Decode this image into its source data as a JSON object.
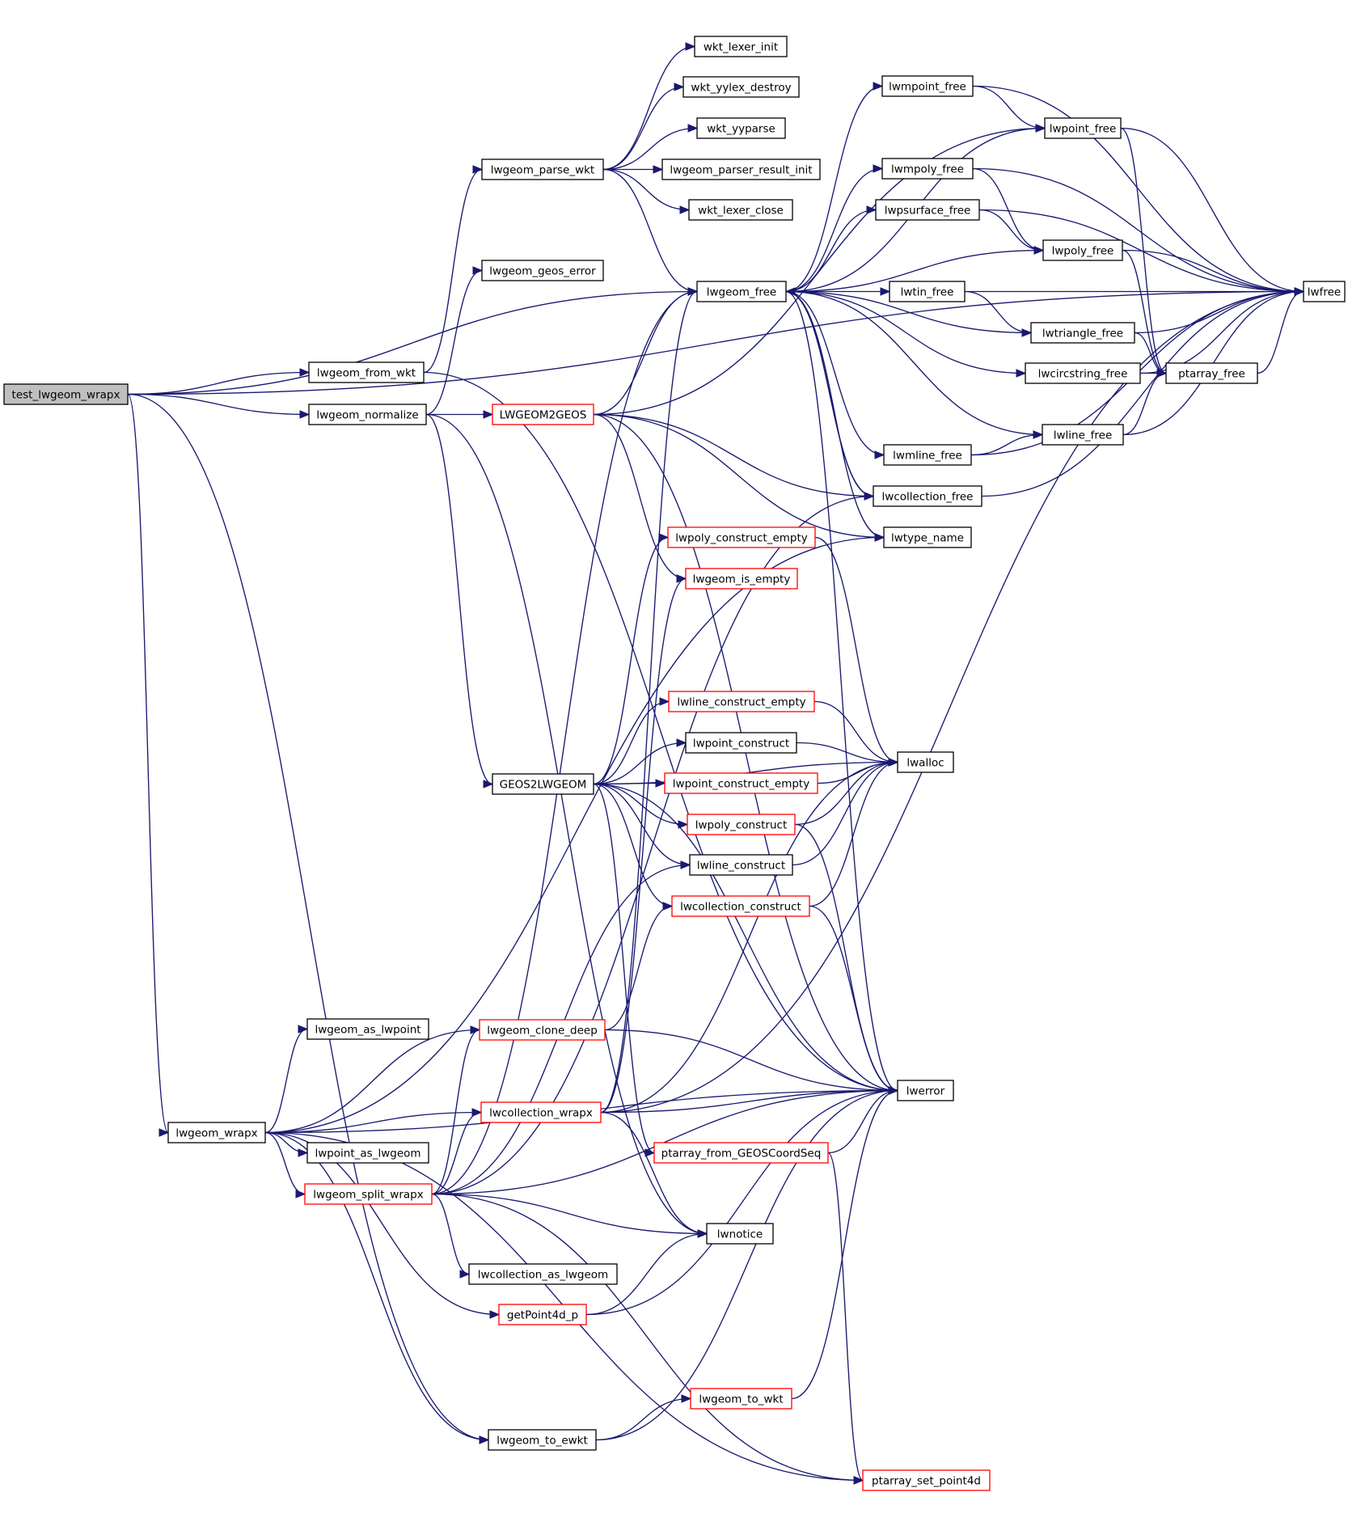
{
  "colors": {
    "edge": "#191970",
    "root_fill": "#bfbfbf",
    "node_fill": "#ffffff",
    "border_black": "#000000",
    "border_red": "#ff0000"
  },
  "root": "test_lwgeom_wrapx",
  "nodes": [
    {
      "id": "test_lwgeom_wrapx",
      "label": "test_lwgeom_wrapx",
      "border": "black",
      "root": true
    },
    {
      "id": "lwgeom_from_wkt",
      "label": "lwgeom_from_wkt",
      "border": "black"
    },
    {
      "id": "lwgeom_normalize",
      "label": "lwgeom_normalize",
      "border": "black"
    },
    {
      "id": "lwgeom_wrapx",
      "label": "lwgeom_wrapx",
      "border": "black"
    },
    {
      "id": "lwgeom_parse_wkt",
      "label": "lwgeom_parse_wkt",
      "border": "black"
    },
    {
      "id": "lwgeom_geos_error",
      "label": "lwgeom_geos_error",
      "border": "black"
    },
    {
      "id": "LWGEOM2GEOS",
      "label": "LWGEOM2GEOS",
      "border": "red"
    },
    {
      "id": "GEOS2LWGEOM",
      "label": "GEOS2LWGEOM",
      "border": "black"
    },
    {
      "id": "lwgeom_as_lwpoint",
      "label": "lwgeom_as_lwpoint",
      "border": "black"
    },
    {
      "id": "lwgeom_clone_deep",
      "label": "lwgeom_clone_deep",
      "border": "red"
    },
    {
      "id": "lwcollection_wrapx",
      "label": "lwcollection_wrapx",
      "border": "red"
    },
    {
      "id": "lwpoint_as_lwgeom",
      "label": "lwpoint_as_lwgeom",
      "border": "black"
    },
    {
      "id": "lwgeom_split_wrapx",
      "label": "lwgeom_split_wrapx",
      "border": "red"
    },
    {
      "id": "lwcollection_as_lwgeom",
      "label": "lwcollection_as_lwgeom",
      "border": "black"
    },
    {
      "id": "getPoint4d_p",
      "label": "getPoint4d_p",
      "border": "red"
    },
    {
      "id": "lwgeom_to_ewkt",
      "label": "lwgeom_to_ewkt",
      "border": "black"
    },
    {
      "id": "wkt_lexer_init",
      "label": "wkt_lexer_init",
      "border": "black"
    },
    {
      "id": "wkt_yylex_destroy",
      "label": "wkt_yylex_destroy",
      "border": "black"
    },
    {
      "id": "wkt_yyparse",
      "label": "wkt_yyparse",
      "border": "black"
    },
    {
      "id": "lwgeom_parser_result_init",
      "label": "lwgeom_parser_result_init",
      "border": "black"
    },
    {
      "id": "wkt_lexer_close",
      "label": "wkt_lexer_close",
      "border": "black"
    },
    {
      "id": "lwgeom_free",
      "label": "lwgeom_free",
      "border": "black"
    },
    {
      "id": "lwpoly_construct_empty",
      "label": "lwpoly_construct_empty",
      "border": "red"
    },
    {
      "id": "lwgeom_is_empty",
      "label": "lwgeom_is_empty",
      "border": "red"
    },
    {
      "id": "lwline_construct_empty",
      "label": "lwline_construct_empty",
      "border": "red"
    },
    {
      "id": "lwpoint_construct",
      "label": "lwpoint_construct",
      "border": "black"
    },
    {
      "id": "lwpoint_construct_empty",
      "label": "lwpoint_construct_empty",
      "border": "red"
    },
    {
      "id": "lwpoly_construct",
      "label": "lwpoly_construct",
      "border": "red"
    },
    {
      "id": "lwline_construct",
      "label": "lwline_construct",
      "border": "black"
    },
    {
      "id": "lwcollection_construct",
      "label": "lwcollection_construct",
      "border": "red"
    },
    {
      "id": "ptarray_from_GEOSCoordSeq",
      "label": "ptarray_from_GEOSCoordSeq",
      "border": "red"
    },
    {
      "id": "lwnotice",
      "label": "lwnotice",
      "border": "black"
    },
    {
      "id": "lwgeom_to_wkt",
      "label": "lwgeom_to_wkt",
      "border": "red"
    },
    {
      "id": "ptarray_set_point4d",
      "label": "ptarray_set_point4d",
      "border": "red"
    },
    {
      "id": "lwmpoint_free",
      "label": "lwmpoint_free",
      "border": "black"
    },
    {
      "id": "lwmpoly_free",
      "label": "lwmpoly_free",
      "border": "black"
    },
    {
      "id": "lwpsurface_free",
      "label": "lwpsurface_free",
      "border": "black"
    },
    {
      "id": "lwtin_free",
      "label": "lwtin_free",
      "border": "black"
    },
    {
      "id": "lwmline_free",
      "label": "lwmline_free",
      "border": "black"
    },
    {
      "id": "lwcollection_free",
      "label": "lwcollection_free",
      "border": "black"
    },
    {
      "id": "lwtype_name",
      "label": "lwtype_name",
      "border": "black"
    },
    {
      "id": "lwalloc",
      "label": "lwalloc",
      "border": "black"
    },
    {
      "id": "lwerror",
      "label": "lwerror",
      "border": "black"
    },
    {
      "id": "lwpoint_free",
      "label": "lwpoint_free",
      "border": "black"
    },
    {
      "id": "lwpoly_free",
      "label": "lwpoly_free",
      "border": "black"
    },
    {
      "id": "lwtriangle_free",
      "label": "lwtriangle_free",
      "border": "black"
    },
    {
      "id": "lwcircstring_free",
      "label": "lwcircstring_free",
      "border": "black"
    },
    {
      "id": "lwline_free",
      "label": "lwline_free",
      "border": "black"
    },
    {
      "id": "ptarray_free",
      "label": "ptarray_free",
      "border": "black"
    },
    {
      "id": "lwfree",
      "label": "lwfree",
      "border": "black"
    }
  ],
  "edges": [
    [
      "test_lwgeom_wrapx",
      "lwfree"
    ],
    [
      "test_lwgeom_wrapx",
      "lwgeom_free"
    ],
    [
      "test_lwgeom_wrapx",
      "lwgeom_from_wkt"
    ],
    [
      "test_lwgeom_wrapx",
      "lwgeom_normalize"
    ],
    [
      "test_lwgeom_wrapx",
      "lwgeom_wrapx"
    ],
    [
      "test_lwgeom_wrapx",
      "lwgeom_to_ewkt"
    ],
    [
      "lwgeom_from_wkt",
      "lwgeom_parse_wkt"
    ],
    [
      "lwgeom_from_wkt",
      "lwerror"
    ],
    [
      "lwgeom_normalize",
      "lwgeom_geos_error"
    ],
    [
      "lwgeom_normalize",
      "LWGEOM2GEOS"
    ],
    [
      "lwgeom_normalize",
      "GEOS2LWGEOM"
    ],
    [
      "lwgeom_normalize",
      "lwnotice"
    ],
    [
      "lwgeom_parse_wkt",
      "wkt_lexer_init"
    ],
    [
      "lwgeom_parse_wkt",
      "wkt_yylex_destroy"
    ],
    [
      "lwgeom_parse_wkt",
      "wkt_yyparse"
    ],
    [
      "lwgeom_parse_wkt",
      "lwgeom_parser_result_init"
    ],
    [
      "lwgeom_parse_wkt",
      "wkt_lexer_close"
    ],
    [
      "lwgeom_parse_wkt",
      "lwgeom_free"
    ],
    [
      "LWGEOM2GEOS",
      "lwgeom_free"
    ],
    [
      "LWGEOM2GEOS",
      "lwpoint_free"
    ],
    [
      "LWGEOM2GEOS",
      "lwcollection_free"
    ],
    [
      "LWGEOM2GEOS",
      "lwgeom_is_empty"
    ],
    [
      "LWGEOM2GEOS",
      "lwtype_name"
    ],
    [
      "LWGEOM2GEOS",
      "lwerror"
    ],
    [
      "GEOS2LWGEOM",
      "lwpoly_construct_empty"
    ],
    [
      "GEOS2LWGEOM",
      "lwline_construct_empty"
    ],
    [
      "GEOS2LWGEOM",
      "lwpoint_construct"
    ],
    [
      "GEOS2LWGEOM",
      "lwpoint_construct_empty"
    ],
    [
      "GEOS2LWGEOM",
      "lwpoly_construct"
    ],
    [
      "GEOS2LWGEOM",
      "lwline_construct"
    ],
    [
      "GEOS2LWGEOM",
      "lwcollection_construct"
    ],
    [
      "GEOS2LWGEOM",
      "ptarray_from_GEOSCoordSeq"
    ],
    [
      "GEOS2LWGEOM",
      "lwalloc"
    ],
    [
      "GEOS2LWGEOM",
      "lwerror"
    ],
    [
      "lwgeom_wrapx",
      "lwgeom_as_lwpoint"
    ],
    [
      "lwgeom_wrapx",
      "lwgeom_clone_deep"
    ],
    [
      "lwgeom_wrapx",
      "lwcollection_wrapx"
    ],
    [
      "lwgeom_wrapx",
      "lwpoint_as_lwgeom"
    ],
    [
      "lwgeom_wrapx",
      "lwgeom_split_wrapx"
    ],
    [
      "lwgeom_wrapx",
      "getPoint4d_p"
    ],
    [
      "lwgeom_wrapx",
      "lwgeom_to_ewkt"
    ],
    [
      "lwgeom_wrapx",
      "ptarray_set_point4d"
    ],
    [
      "lwgeom_wrapx",
      "lwtype_name"
    ],
    [
      "lwgeom_wrapx",
      "lwerror"
    ],
    [
      "lwgeom_clone_deep",
      "lwcollection_construct"
    ],
    [
      "lwgeom_clone_deep",
      "lwerror"
    ],
    [
      "lwcollection_wrapx",
      "lwgeom_is_empty"
    ],
    [
      "lwcollection_wrapx",
      "lwgeom_free"
    ],
    [
      "lwcollection_wrapx",
      "lwnotice"
    ],
    [
      "lwcollection_wrapx",
      "lwalloc"
    ],
    [
      "lwcollection_wrapx",
      "lwerror"
    ],
    [
      "lwcollection_wrapx",
      "lwfree"
    ],
    [
      "lwgeom_split_wrapx",
      "lwgeom_free"
    ],
    [
      "lwgeom_split_wrapx",
      "lwgeom_clone_deep"
    ],
    [
      "lwgeom_split_wrapx",
      "lwcollection_wrapx"
    ],
    [
      "lwgeom_split_wrapx",
      "lwline_construct"
    ],
    [
      "lwgeom_split_wrapx",
      "lwnotice"
    ],
    [
      "lwgeom_split_wrapx",
      "lwcollection_as_lwgeom"
    ],
    [
      "lwgeom_split_wrapx",
      "lwerror"
    ],
    [
      "lwgeom_split_wrapx",
      "ptarray_set_point4d"
    ],
    [
      "lwgeom_split_wrapx",
      "lwcollection_free"
    ],
    [
      "getPoint4d_p",
      "lwnotice"
    ],
    [
      "getPoint4d_p",
      "lwerror"
    ],
    [
      "lwgeom_to_ewkt",
      "lwgeom_to_wkt"
    ],
    [
      "lwgeom_to_ewkt",
      "lwerror"
    ],
    [
      "lwgeom_to_wkt",
      "lwerror"
    ],
    [
      "lwpoly_construct_empty",
      "lwalloc"
    ],
    [
      "lwline_construct_empty",
      "lwalloc"
    ],
    [
      "lwpoint_construct",
      "lwalloc"
    ],
    [
      "lwpoint_construct_empty",
      "lwalloc"
    ],
    [
      "lwpoly_construct",
      "lwalloc"
    ],
    [
      "lwpoly_construct",
      "lwerror"
    ],
    [
      "lwline_construct",
      "lwalloc"
    ],
    [
      "lwcollection_construct",
      "lwalloc"
    ],
    [
      "lwcollection_construct",
      "lwerror"
    ],
    [
      "ptarray_from_GEOSCoordSeq",
      "lwerror"
    ],
    [
      "ptarray_from_GEOSCoordSeq",
      "ptarray_set_point4d"
    ],
    [
      "lwgeom_free",
      "lwmpoint_free"
    ],
    [
      "lwgeom_free",
      "lwpoint_free"
    ],
    [
      "lwgeom_free",
      "lwmpoly_free"
    ],
    [
      "lwgeom_free",
      "lwpsurface_free"
    ],
    [
      "lwgeom_free",
      "lwpoly_free"
    ],
    [
      "lwgeom_free",
      "lwtin_free"
    ],
    [
      "lwgeom_free",
      "lwtriangle_free"
    ],
    [
      "lwgeom_free",
      "lwcircstring_free"
    ],
    [
      "lwgeom_free",
      "lwline_free"
    ],
    [
      "lwgeom_free",
      "lwmline_free"
    ],
    [
      "lwgeom_free",
      "lwcollection_free"
    ],
    [
      "lwgeom_free",
      "lwtype_name"
    ],
    [
      "lwgeom_free",
      "lwerror"
    ],
    [
      "lwmpoint_free",
      "lwpoint_free"
    ],
    [
      "lwmpoint_free",
      "lwfree"
    ],
    [
      "lwpoint_free",
      "ptarray_free"
    ],
    [
      "lwpoint_free",
      "lwfree"
    ],
    [
      "lwmpoly_free",
      "lwpoly_free"
    ],
    [
      "lwmpoly_free",
      "lwfree"
    ],
    [
      "lwpsurface_free",
      "lwpoly_free"
    ],
    [
      "lwpsurface_free",
      "lwfree"
    ],
    [
      "lwpoly_free",
      "ptarray_free"
    ],
    [
      "lwpoly_free",
      "lwfree"
    ],
    [
      "lwtin_free",
      "lwtriangle_free"
    ],
    [
      "lwtin_free",
      "lwfree"
    ],
    [
      "lwtriangle_free",
      "ptarray_free"
    ],
    [
      "lwtriangle_free",
      "lwfree"
    ],
    [
      "lwcircstring_free",
      "ptarray_free"
    ],
    [
      "lwcircstring_free",
      "lwfree"
    ],
    [
      "lwline_free",
      "ptarray_free"
    ],
    [
      "lwline_free",
      "lwfree"
    ],
    [
      "lwmline_free",
      "lwline_free"
    ],
    [
      "lwmline_free",
      "lwfree"
    ],
    [
      "lwcollection_free",
      "lwgeom_free"
    ],
    [
      "lwcollection_free",
      "lwfree"
    ],
    [
      "ptarray_free",
      "lwfree"
    ]
  ]
}
